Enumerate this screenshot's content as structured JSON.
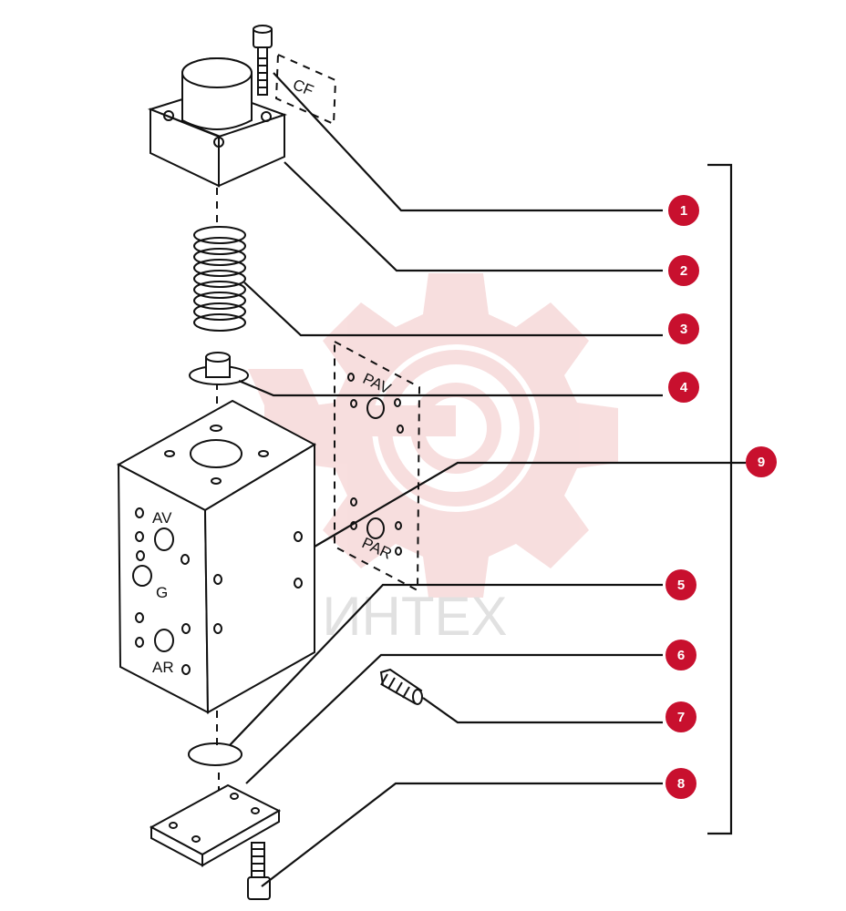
{
  "accent_color": "#c8102e",
  "watermark": {
    "text": "ИНТЕХ",
    "logo_color": "#e8b4b4"
  },
  "part_callouts": [
    "1",
    "2",
    "3",
    "4",
    "5",
    "6",
    "7",
    "8"
  ],
  "assembly_callout": "9",
  "body_port_labels": {
    "av": "AV",
    "g": "G",
    "ar": "AR"
  },
  "plate_port_labels": {
    "pav": "PAV",
    "par": "PAR"
  },
  "coil_tag_label": "CF"
}
